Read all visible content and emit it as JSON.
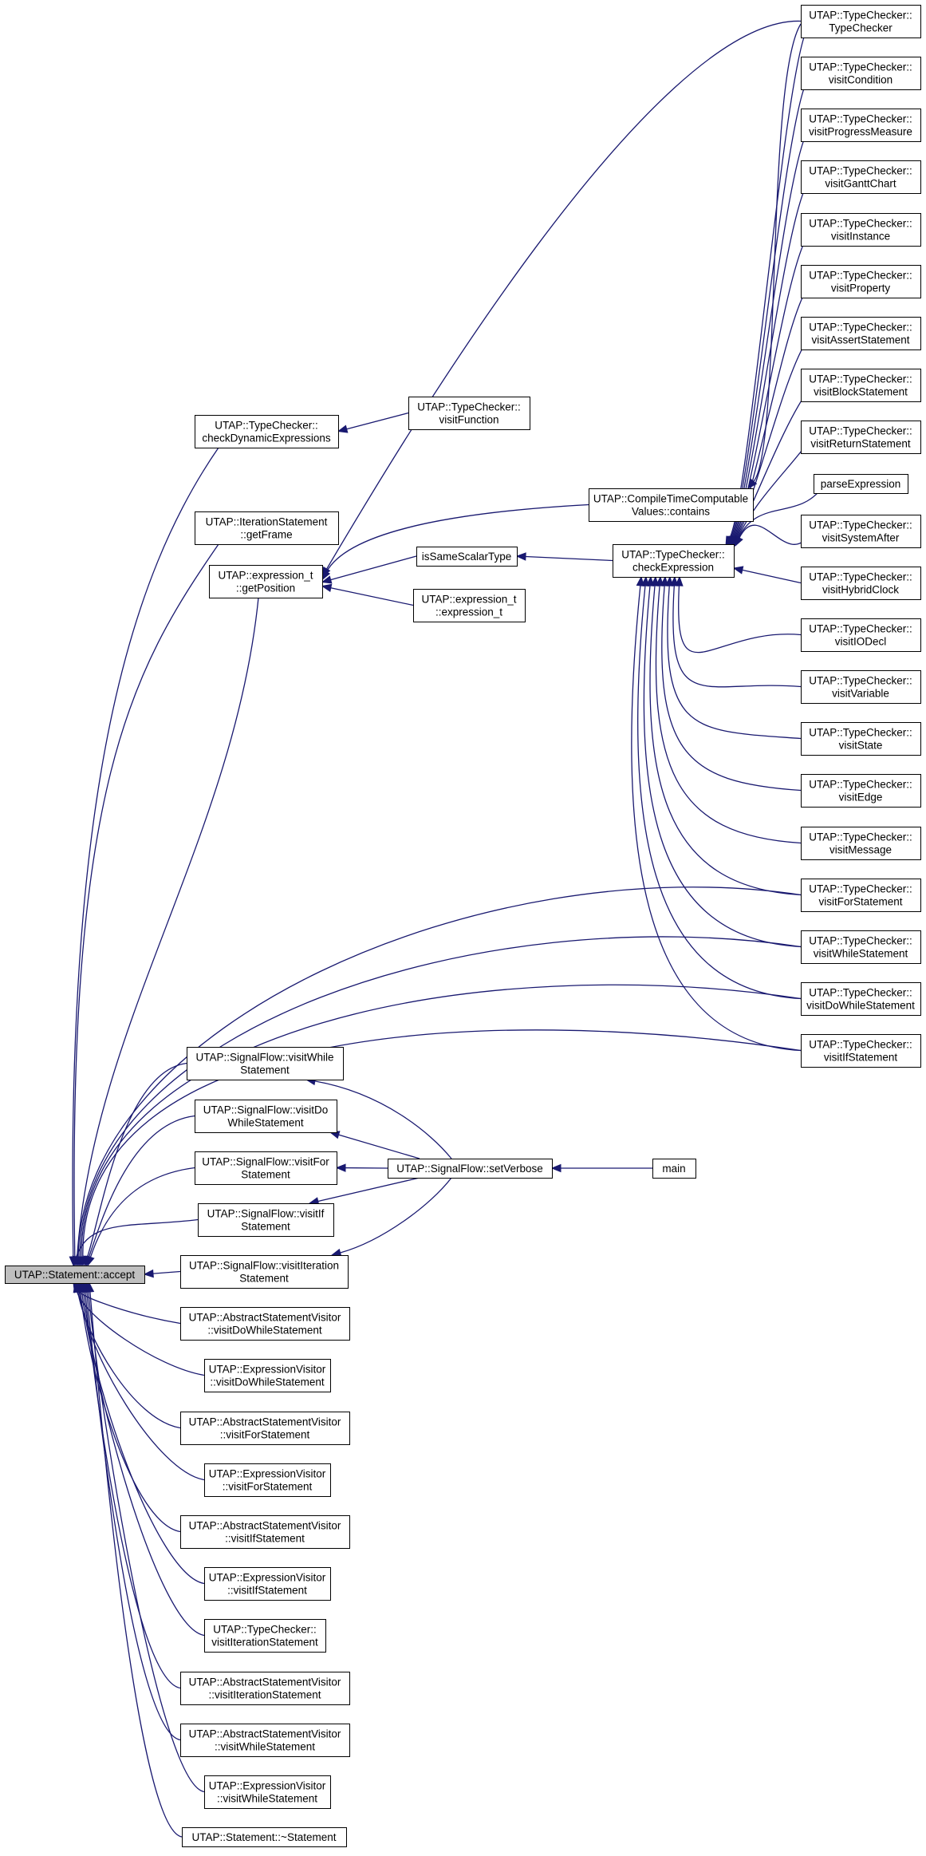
{
  "colors": {
    "edge": "#191970",
    "root_fill": "#bfbfbf",
    "node_fill": "#ffffff",
    "node_border": "#000000"
  },
  "nodes": {
    "accept": [
      "UTAP::Statement::accept"
    ],
    "checkDynamicExpressions": [
      "UTAP::TypeChecker::",
      "checkDynamicExpressions"
    ],
    "visitFunction": [
      "UTAP::TypeChecker::",
      "visitFunction"
    ],
    "iterGetFrame": [
      "UTAP::IterationStatement",
      "::getFrame"
    ],
    "exprGetPosition": [
      "UTAP::expression_t",
      "::getPosition"
    ],
    "ctcvContains": [
      "UTAP::CompileTimeComputable",
      "Values::contains"
    ],
    "isSameScalarType": [
      "isSameScalarType"
    ],
    "exprCtor": [
      "UTAP::expression_t",
      "::expression_t"
    ],
    "checkExpression": [
      "UTAP::TypeChecker::",
      "checkExpression"
    ],
    "tcTypeChecker": [
      "UTAP::TypeChecker::",
      "TypeChecker"
    ],
    "tcVisitCondition": [
      "UTAP::TypeChecker::",
      "visitCondition"
    ],
    "tcVisitProgressMeasure": [
      "UTAP::TypeChecker::",
      "visitProgressMeasure"
    ],
    "tcVisitGanttChart": [
      "UTAP::TypeChecker::",
      "visitGanttChart"
    ],
    "tcVisitInstance": [
      "UTAP::TypeChecker::",
      "visitInstance"
    ],
    "tcVisitProperty": [
      "UTAP::TypeChecker::",
      "visitProperty"
    ],
    "tcVisitAssertStatement": [
      "UTAP::TypeChecker::",
      "visitAssertStatement"
    ],
    "tcVisitBlockStatement": [
      "UTAP::TypeChecker::",
      "visitBlockStatement"
    ],
    "tcVisitReturnStatement": [
      "UTAP::TypeChecker::",
      "visitReturnStatement"
    ],
    "parseExpression": [
      "parseExpression"
    ],
    "tcVisitSystemAfter": [
      "UTAP::TypeChecker::",
      "visitSystemAfter"
    ],
    "tcVisitHybridClock": [
      "UTAP::TypeChecker::",
      "visitHybridClock"
    ],
    "tcVisitIODecl": [
      "UTAP::TypeChecker::",
      "visitIODecl"
    ],
    "tcVisitVariable": [
      "UTAP::TypeChecker::",
      "visitVariable"
    ],
    "tcVisitState": [
      "UTAP::TypeChecker::",
      "visitState"
    ],
    "tcVisitEdge": [
      "UTAP::TypeChecker::",
      "visitEdge"
    ],
    "tcVisitMessage": [
      "UTAP::TypeChecker::",
      "visitMessage"
    ],
    "tcVisitForStatement": [
      "UTAP::TypeChecker::",
      "visitForStatement"
    ],
    "tcVisitWhileStatement": [
      "UTAP::TypeChecker::",
      "visitWhileStatement"
    ],
    "tcVisitDoWhileStatement": [
      "UTAP::TypeChecker::",
      "visitDoWhileStatement"
    ],
    "tcVisitIfStatement": [
      "UTAP::TypeChecker::",
      "visitIfStatement"
    ],
    "sfVisitWhile": [
      "UTAP::SignalFlow::visitWhile",
      "Statement"
    ],
    "sfVisitDoWhile": [
      "UTAP::SignalFlow::visitDo",
      "WhileStatement"
    ],
    "sfVisitFor": [
      "UTAP::SignalFlow::visitFor",
      "Statement"
    ],
    "sfVisitIf": [
      "UTAP::SignalFlow::visitIf",
      "Statement"
    ],
    "sfVisitIteration": [
      "UTAP::SignalFlow::visitIteration",
      "Statement"
    ],
    "sfSetVerbose": [
      "UTAP::SignalFlow::setVerbose"
    ],
    "main": [
      "main"
    ],
    "asvVisitDoWhile": [
      "UTAP::AbstractStatementVisitor",
      "::visitDoWhileStatement"
    ],
    "evVisitDoWhile": [
      "UTAP::ExpressionVisitor",
      "::visitDoWhileStatement"
    ],
    "asvVisitFor": [
      "UTAP::AbstractStatementVisitor",
      "::visitForStatement"
    ],
    "evVisitFor": [
      "UTAP::ExpressionVisitor",
      "::visitForStatement"
    ],
    "asvVisitIf": [
      "UTAP::AbstractStatementVisitor",
      "::visitIfStatement"
    ],
    "evVisitIf": [
      "UTAP::ExpressionVisitor",
      "::visitIfStatement"
    ],
    "tcVisitIteration": [
      "UTAP::TypeChecker::",
      "visitIterationStatement"
    ],
    "asvVisitIteration": [
      "UTAP::AbstractStatementVisitor",
      "::visitIterationStatement"
    ],
    "asvVisitWhile": [
      "UTAP::AbstractStatementVisitor",
      "::visitWhileStatement"
    ],
    "evVisitWhile": [
      "UTAP::ExpressionVisitor",
      "::visitWhileStatement"
    ],
    "stmtDtor": [
      "UTAP::Statement::~Statement"
    ]
  }
}
